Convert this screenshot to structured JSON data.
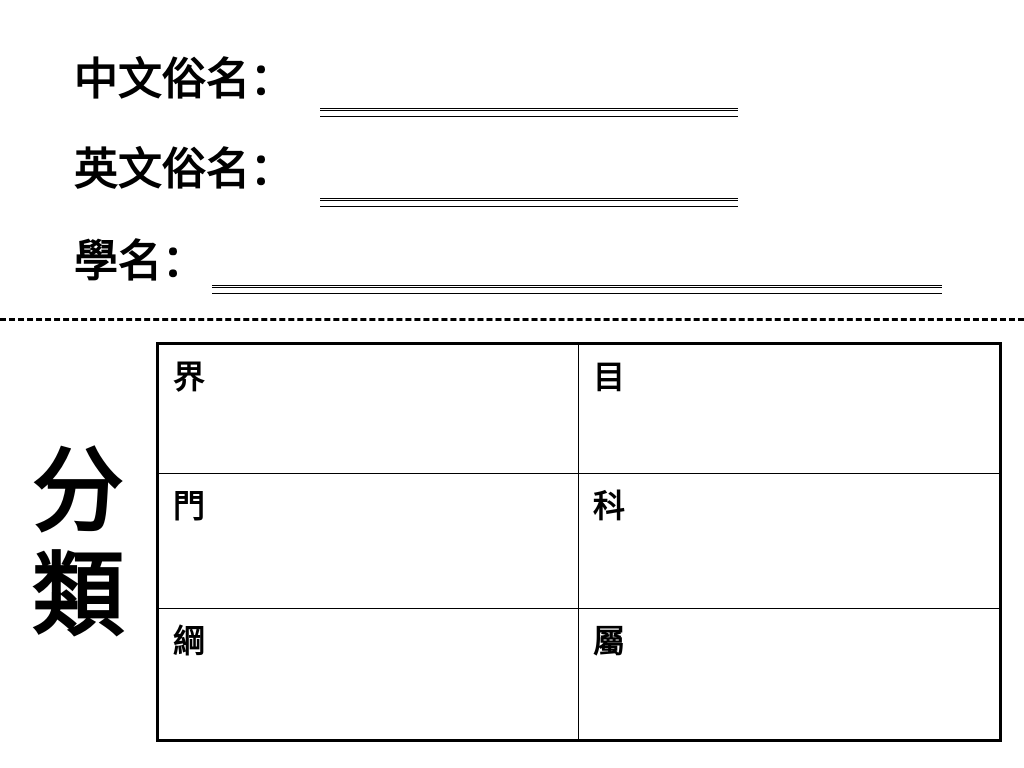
{
  "fields": {
    "chinese_name_label": "中文俗名：",
    "english_name_label": "英文俗名：",
    "scientific_name_label": "學名："
  },
  "classification": {
    "title_char_1": "分",
    "title_char_2": "類",
    "kingdom": "界",
    "order": "目",
    "phylum": "門",
    "family": "科",
    "class": "綱",
    "genus": "屬"
  }
}
